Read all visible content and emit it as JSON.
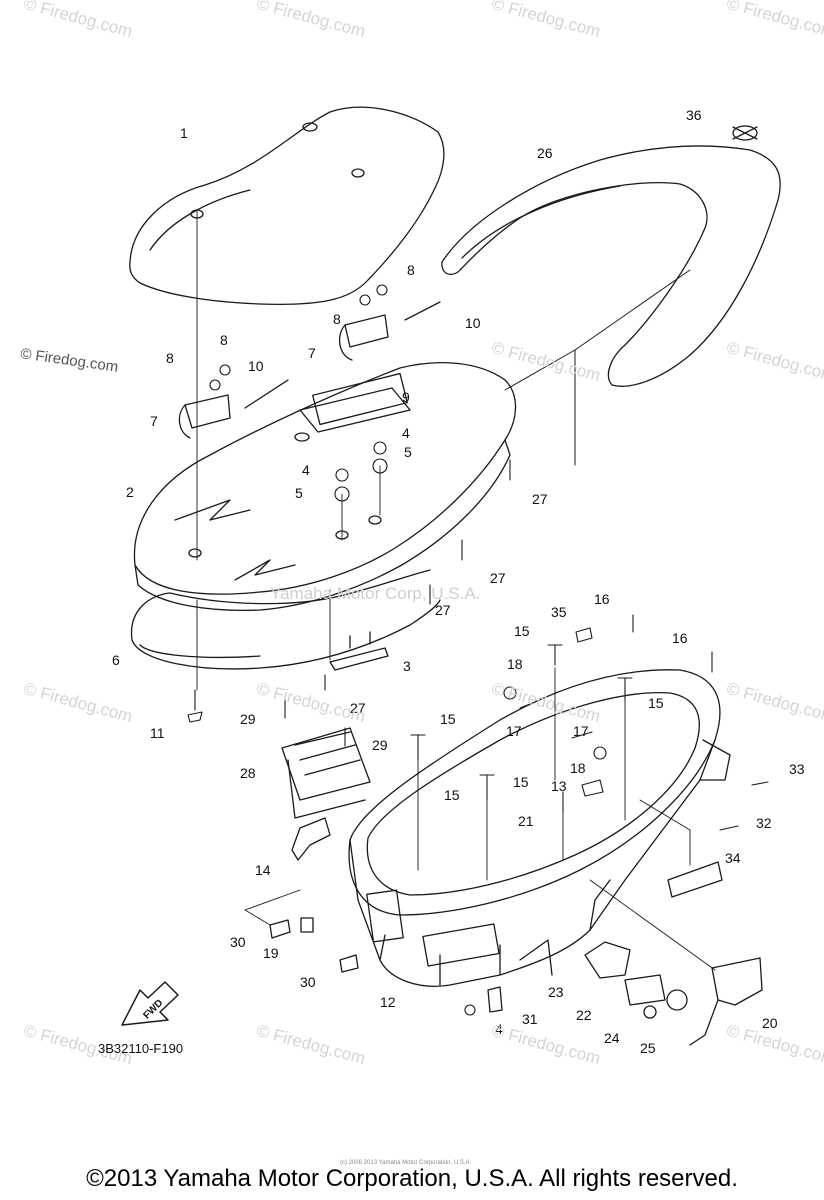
{
  "diagram": {
    "reference_code": "3B32110-F190",
    "fwd_label": "FWD",
    "center_watermark": "Yamaha Motor Corp, U.S.A.",
    "copyright": "©2013 Yamaha Motor Corporation, U.S.A. All rights reserved.",
    "tiny_credit": "(c) 2006 2013 Yamaha Motor Corporation, U.S.A.",
    "side_watermark": "© Firedog.com",
    "watermarks": [
      "© Firedog.com",
      "© Firedog.com",
      "© Firedog.com",
      "© Firedog.com",
      "© Firedog.com",
      "© Firedog.com",
      "© Firedog.com",
      "© Firedog.com",
      "© Firedog.com",
      "© Firedog.com",
      "© Firedog.com",
      "© Firedog.com",
      "© Firedog.com",
      "© Firedog.com"
    ],
    "callouts": [
      "1",
      "36",
      "26",
      "8",
      "8",
      "8",
      "8",
      "10",
      "10",
      "7",
      "7",
      "9",
      "4",
      "4",
      "5",
      "5",
      "2",
      "27",
      "27",
      "27",
      "27",
      "6",
      "3",
      "11",
      "35",
      "16",
      "16",
      "15",
      "15",
      "15",
      "15",
      "15",
      "18",
      "18",
      "17",
      "17",
      "13",
      "21",
      "33",
      "32",
      "29",
      "29",
      "28",
      "14",
      "34",
      "30",
      "30",
      "19",
      "23",
      "22",
      "24",
      "25",
      "20",
      "12",
      "31",
      "4"
    ]
  }
}
